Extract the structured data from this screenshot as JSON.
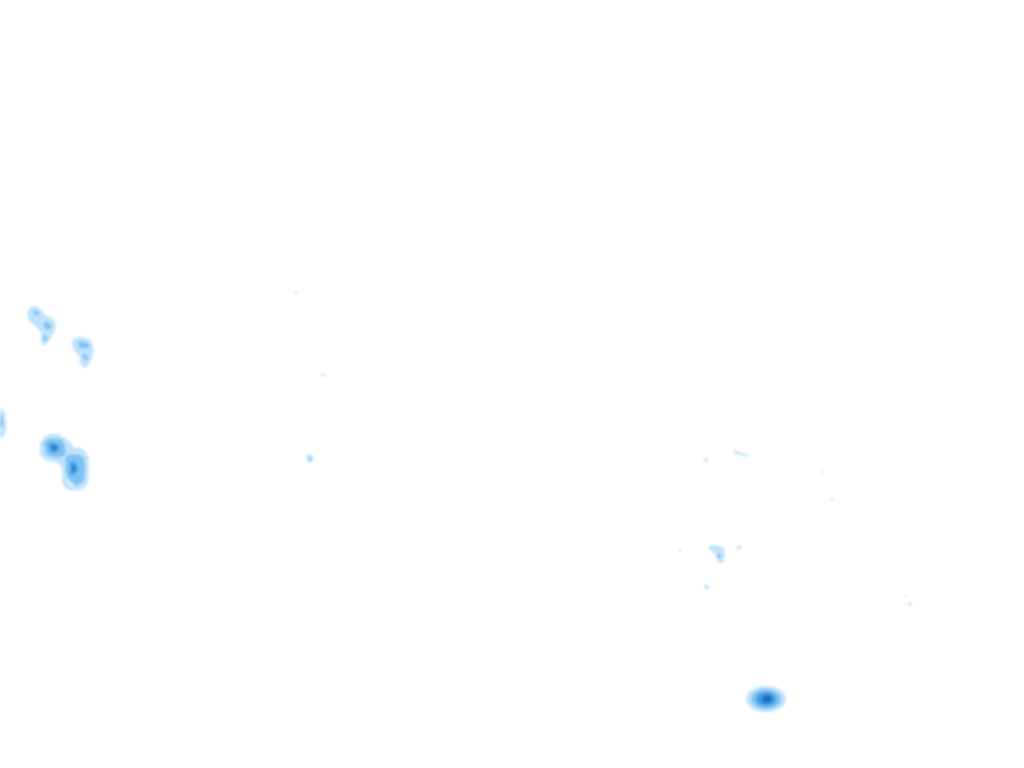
{
  "map": {
    "layer": "precipitation-radar",
    "background_color": "#ffffff",
    "intensity_colors": {
      "light": "#bfe3fb",
      "moderate": "#7cc3f2",
      "heavy": "#3f9ae0",
      "very_heavy": "#1f6fc4"
    },
    "echoes": [
      {
        "name": "echo-cluster-west-upper-1",
        "intensity": [
          "light",
          "moderate"
        ]
      },
      {
        "name": "echo-cluster-west-upper-2",
        "intensity": [
          "light",
          "moderate"
        ]
      },
      {
        "name": "echo-edge-west",
        "intensity": [
          "light",
          "moderate"
        ]
      },
      {
        "name": "echo-cluster-west-lower",
        "intensity": [
          "light",
          "moderate",
          "heavy",
          "very_heavy"
        ]
      },
      {
        "name": "echo-speck-center",
        "intensity": [
          "light"
        ]
      },
      {
        "name": "echo-scatter-east",
        "intensity": [
          "light"
        ]
      },
      {
        "name": "echo-cell-southeast",
        "intensity": [
          "light",
          "moderate",
          "heavy",
          "very_heavy"
        ]
      }
    ]
  }
}
